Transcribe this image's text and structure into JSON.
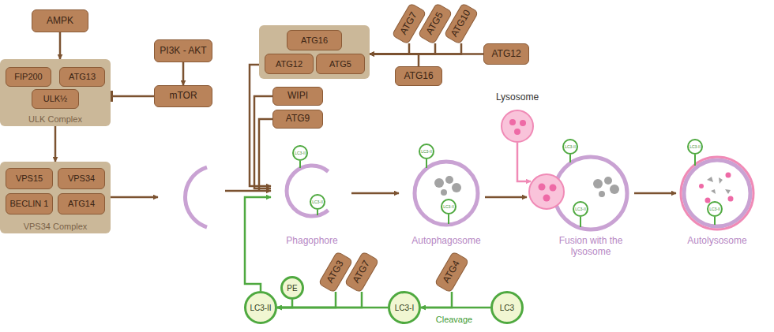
{
  "diagram": {
    "nodes": [
      {
        "text": [
          "AMPK"
        ]
      },
      {
        "text": [
          "ULK Complex"
        ]
      },
      {
        "text": [
          "FIP200"
        ],
        "in": 1
      },
      {
        "text": [
          "ATG13"
        ],
        "in": 1
      },
      {
        "text": [
          "ULK½"
        ],
        "in": 1
      },
      {
        "text": [
          "PI3K - AKT"
        ]
      },
      {
        "text": [
          "mTOR"
        ]
      },
      {
        "text": [
          "VPS34 Complex"
        ]
      },
      {
        "text": [
          "VPS15"
        ],
        "in": 7
      },
      {
        "text": [
          "VPS34"
        ],
        "in": 7
      },
      {
        "text": [
          "BECLIN 1"
        ],
        "in": 7
      },
      {
        "text": [
          "ATG14"
        ],
        "in": 7
      },
      {
        "text": []
      },
      {
        "text": [
          "ATG16"
        ],
        "in": 12
      },
      {
        "text": [
          "ATG12"
        ],
        "in": 12
      },
      {
        "text": [
          "ATG5"
        ],
        "in": 12
      },
      {
        "text": [
          "ATG7"
        ]
      },
      {
        "text": [
          "ATG5"
        ]
      },
      {
        "text": [
          "ATG10"
        ]
      },
      {
        "text": [
          "ATG12"
        ]
      },
      {
        "text": [
          "ATG16"
        ]
      },
      {
        "text": [
          "WIPI"
        ]
      },
      {
        "text": [
          "ATG9"
        ]
      },
      {
        "text": [
          "LC3-II"
        ]
      },
      {
        "text": [
          "LC3-II"
        ]
      },
      {
        "text": [
          "LC3-II"
        ]
      },
      {
        "text": [
          "LC3-II"
        ]
      },
      {
        "text": [
          "LC3-II"
        ]
      },
      {
        "text": [
          "LC3-II"
        ]
      },
      {
        "text": [
          "LC3-II"
        ]
      },
      {
        "text": [
          "LC3-II"
        ]
      },
      {
        "text": [
          "PE"
        ]
      },
      {
        "text": [
          "ATG3"
        ]
      },
      {
        "text": [
          "ATG7"
        ]
      },
      {
        "text": [
          "LC3-II"
        ]
      },
      {
        "text": [
          "LC3-I"
        ]
      },
      {
        "text": [
          "ATG4"
        ]
      },
      {
        "text": [
          "LC3"
        ]
      }
    ],
    "edges": [
      {
        "from": 0,
        "to": 1,
        "arrow": "to"
      },
      {
        "from": 5,
        "to": 6,
        "arrow": "to"
      },
      {
        "from": 6,
        "to": 1,
        "arrow": "to"
      },
      {
        "from": 1,
        "to": 7,
        "arrow": "to"
      },
      {
        "from": 19,
        "to": 12,
        "arrow": "to"
      },
      {
        "from": 16,
        "to": 12,
        "arrow": "to"
      },
      {
        "from": 17,
        "to": 12,
        "arrow": "to"
      },
      {
        "from": 18,
        "to": 12,
        "arrow": "to"
      },
      {
        "from": 20,
        "to": 12,
        "arrow": "to"
      },
      {
        "from": 37,
        "to": 35,
        "arrow": "to"
      },
      {
        "from": 36,
        "to": 35,
        "arrow": "to"
      },
      {
        "from": 35,
        "to": 34,
        "arrow": "to"
      },
      {
        "from": 32,
        "to": 34,
        "arrow": "to"
      },
      {
        "from": 33,
        "to": 34,
        "arrow": "to"
      },
      {
        "from": 31,
        "to": 34,
        "arrow": "to"
      }
    ],
    "labels": [
      "Lysosome",
      "Phagophore",
      "Autophagosome",
      "Fusion with the lysosome",
      "Autolysosome",
      "Cleavage"
    ]
  }
}
